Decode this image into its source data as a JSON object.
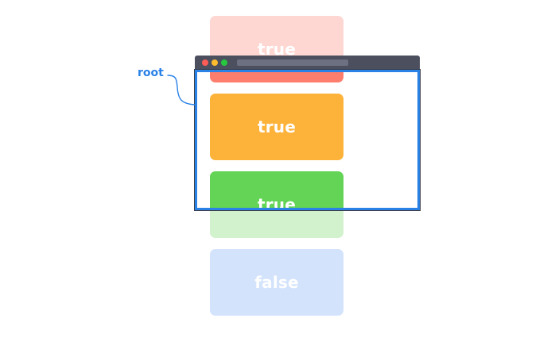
{
  "boxes": [
    {
      "label": "true",
      "state": "partially-visible",
      "color_visible": "#fe7e6e",
      "color_hidden": "#fed7d2"
    },
    {
      "label": "true",
      "state": "visible",
      "color_visible": "#fdb23a"
    },
    {
      "label": "true",
      "state": "partially-visible",
      "color_visible": "#63d455",
      "color_hidden": "#d2f2cd"
    },
    {
      "label": "false",
      "state": "hidden",
      "color_hidden": "#d3e3fc"
    }
  ],
  "root": {
    "label": "root",
    "color": "#2a81e6"
  },
  "window": {
    "titlebar_color": "#4b4f5e",
    "traffic_lights": [
      "#fe5c56",
      "#fdbc2d",
      "#27c840"
    ]
  }
}
